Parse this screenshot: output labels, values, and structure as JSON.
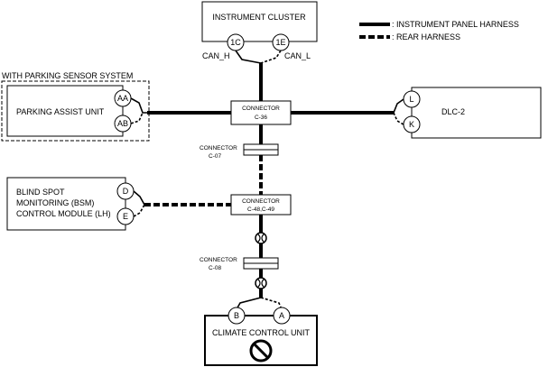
{
  "legend": {
    "instrument_panel_harness": ": INSTRUMENT PANEL HARNESS",
    "rear_harness": ": REAR HARNESS"
  },
  "modules": {
    "instrument_cluster": "INSTRUMENT CLUSTER",
    "parking_group_label": "WITH PARKING SENSOR SYSTEM",
    "parking_assist_unit": "PARKING ASSIST UNIT",
    "dlc2": "DLC-2",
    "bsm_line1": "BLIND SPOT",
    "bsm_line2": "MONITORING (BSM)",
    "bsm_line3": "CONTROL MODULE (LH)",
    "climate_control_unit": "CLIMATE CONTROL UNIT"
  },
  "pins": {
    "ic_1c": "1C",
    "ic_1e": "1E",
    "pa_aa": "AA",
    "pa_ab": "AB",
    "dlc_l": "L",
    "dlc_k": "K",
    "bsm_d": "D",
    "bsm_e": "E",
    "cc_b": "B",
    "cc_a": "A"
  },
  "signals": {
    "can_h": "CAN_H",
    "can_l": "CAN_L"
  },
  "connectors": {
    "c36_word": "CONNECTOR",
    "c36_id": "C-36",
    "c07_word": "CONNECTOR",
    "c07_id": "C-07",
    "c48_word": "CONNECTOR",
    "c48_id": "C-48,C-49",
    "c08_word": "CONNECTOR",
    "c08_id": "C-08"
  }
}
